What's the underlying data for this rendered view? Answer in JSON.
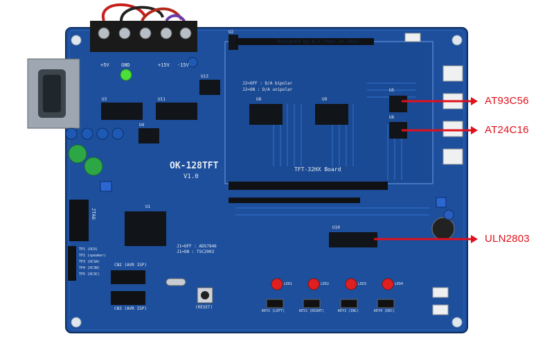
{
  "callouts": [
    {
      "label": "AT93C56"
    },
    {
      "label": "AT24C16"
    },
    {
      "label": "ULN2803"
    }
  ],
  "board": {
    "name": "OK-128TFT",
    "version": "V1.0",
    "designer_credit": "Designed by D.Y.Yoon in 2011.",
    "daughter_board_label": "TFT-32HX Board",
    "jumper_notes_da": [
      "J2=OFF : D/A bipolar",
      "J2=ON  : D/A unipolar"
    ],
    "jumper_notes_touch": [
      "J1=OFF : ADS7846",
      "J1=ON  : TSC2003"
    ],
    "power_labels": [
      "+5V",
      "GND",
      "+15V",
      "-15V"
    ],
    "isp_labels": [
      "CN2 (AVR ISP)",
      "CN3 (AVR ISP)"
    ],
    "jtag_label": "JTAG",
    "reset_label": "(RESET)",
    "key_labels": [
      "KEY1 (LEFT)",
      "KEY2 (RIGHT)",
      "KEY3 (INC)",
      "KEY4 (DEC)"
    ],
    "led_labels": [
      "LED1",
      "LED2",
      "LED3",
      "LED4"
    ],
    "tp_labels": [
      "TP1 (OC0)",
      "TP2 (speaker)",
      "TP3 (OC3A)",
      "TP4 (OC3B)",
      "TP5 (OC3C)"
    ],
    "chip_refs": [
      "U1",
      "U2",
      "U3",
      "U4",
      "U5",
      "U6",
      "U8",
      "U9",
      "U10",
      "U11",
      "U13"
    ]
  },
  "colors": {
    "pcb": "#1d4f9c",
    "pcb_dark": "#153c7a",
    "callout_red": "#e0101c",
    "silkscreen": "#e8ecf2"
  }
}
